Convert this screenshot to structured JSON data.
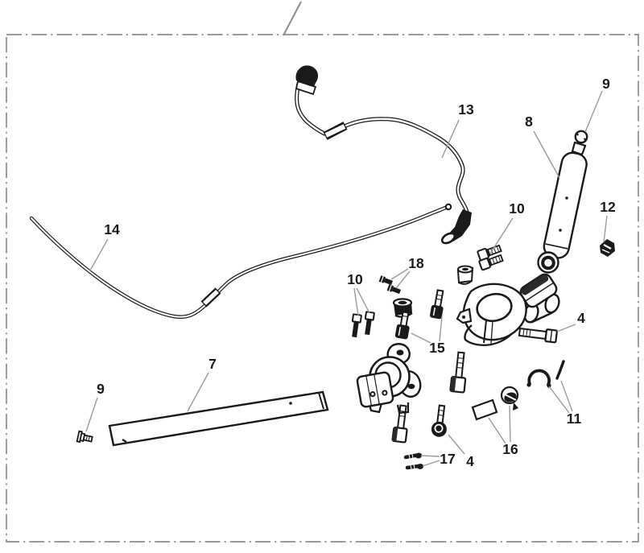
{
  "figure": {
    "type": "exploded-parts-diagram",
    "description": "Exploded parts drawing of a handlebar / steering damper assembly inside a dash-dot border frame"
  },
  "colors": {
    "background": "#ffffff",
    "ink": "#1a1a1a",
    "frame": "#8c8c8c",
    "leader": "#9a9a9a",
    "label": "#1a1a1a"
  },
  "callouts": [
    {
      "ref": "9",
      "points_to": "ball-stud-on-damper"
    },
    {
      "ref": "13",
      "points_to": "brake-hose"
    },
    {
      "ref": "8",
      "points_to": "steering-damper-cylinder"
    },
    {
      "ref": "12",
      "points_to": "spring-clip"
    },
    {
      "ref": "10",
      "points_to": "bolt-pair-upper"
    },
    {
      "ref": "14",
      "points_to": "long-cable"
    },
    {
      "ref": "18",
      "points_to": "small-screw-pair"
    },
    {
      "ref": "10",
      "points_to": "bolt-pair-lower"
    },
    {
      "ref": "4",
      "points_to": "hex-bolt-right"
    },
    {
      "ref": "15",
      "points_to": "clamp-fixing-bolts"
    },
    {
      "ref": "7",
      "points_to": "handlebar-tube"
    },
    {
      "ref": "9",
      "points_to": "flat-head-screw"
    },
    {
      "ref": "11",
      "points_to": "circlip-and-pin"
    },
    {
      "ref": "16",
      "points_to": "plate-and-round-screw"
    },
    {
      "ref": "17",
      "points_to": "small-screw-pair-bottom"
    },
    {
      "ref": "4",
      "points_to": "socket-bolt-bottom"
    }
  ]
}
